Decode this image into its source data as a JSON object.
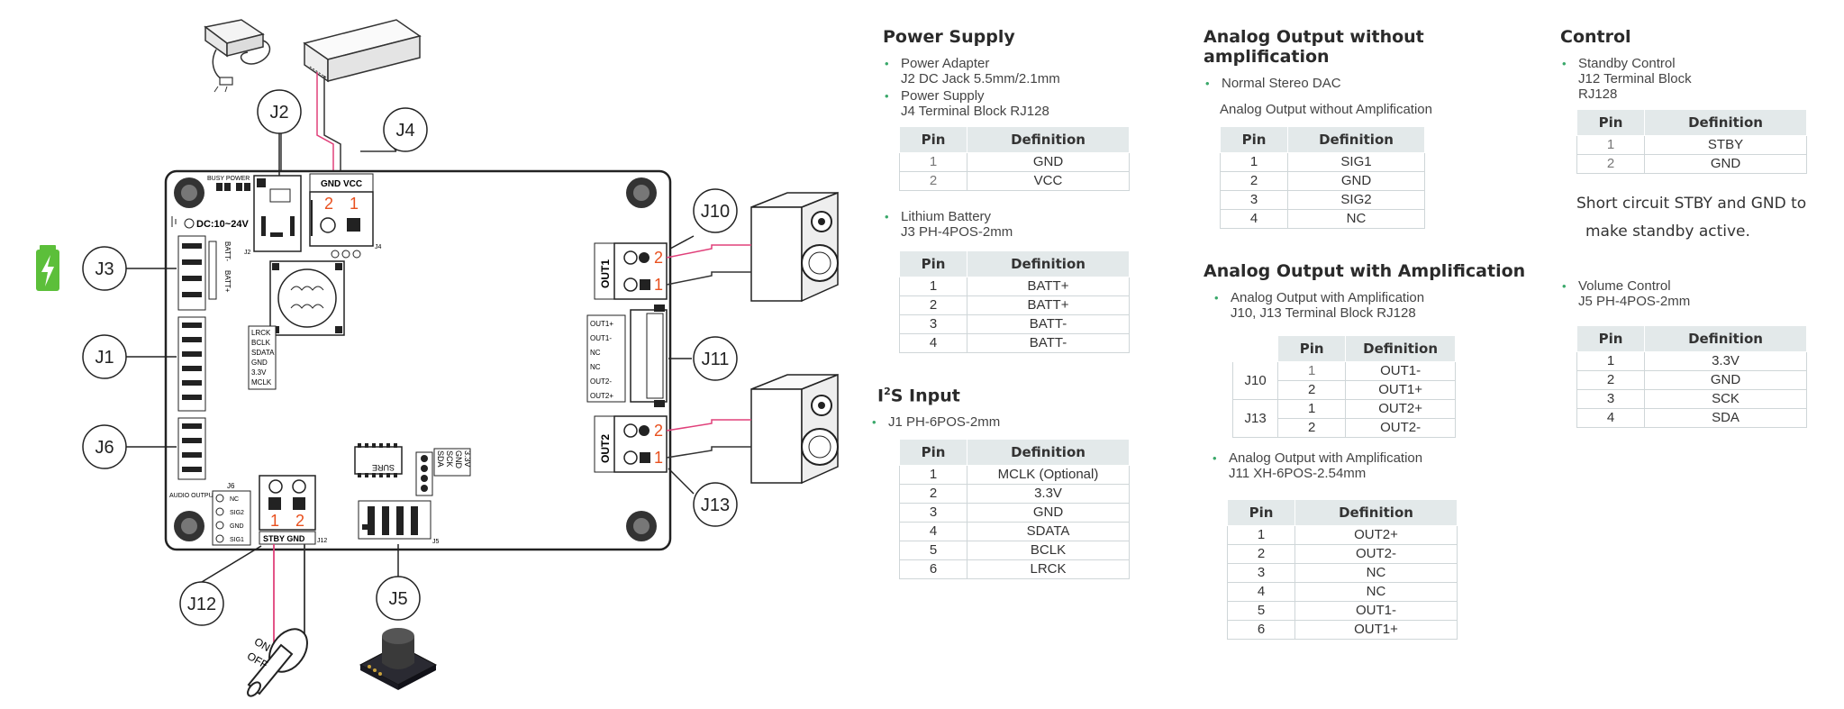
{
  "diagram": {
    "connector_labels": [
      "J2",
      "J4",
      "J10",
      "J3",
      "J1",
      "J11",
      "J6",
      "J13",
      "J12",
      "J5"
    ],
    "silkscreen": {
      "busy_power": "BUSY POWER",
      "dc_range": "DC:10~24V",
      "gnd_vcc": "GND VCC",
      "j2_small": "J2",
      "j4_small": "J4",
      "batt_pins": [
        "BATT-",
        "BATT+"
      ],
      "i2s_pins": [
        "LRCK",
        "BCLK",
        "SDATA",
        "GND",
        "3.3V",
        "MCLK"
      ],
      "out_pins": [
        "OUT1+",
        "OUT1-",
        "NC",
        "NC",
        "OUT2-",
        "OUT2+"
      ],
      "out1_label": "OUT1",
      "out2_label": "OUT2",
      "j6_header": "J6",
      "audio_output": "AUDIO OUTPUT",
      "j6_pins": [
        "NC",
        "SIG2",
        "GND",
        "SIG1"
      ],
      "stby_gnd": "STBY GND",
      "j12_small": "J12",
      "j5_small": "J5",
      "j5_pins": [
        "SDA",
        "SCK",
        "GND",
        "3.3V"
      ],
      "ic_label": "SURE"
    },
    "terminal_numbers": [
      "2",
      "1"
    ],
    "switch_on": "ON",
    "switch_off": "OFF",
    "accent_color": "#e8501e",
    "battery_color": "#5cbf3a"
  },
  "power_supply": {
    "title": "Power Supply",
    "items": [
      {
        "line1": "Power Adapter",
        "line2": "J2 DC Jack 5.5mm/2.1mm"
      },
      {
        "line1": "Power Supply",
        "line2": "J4 Terminal Block RJ128"
      }
    ],
    "table": {
      "headers": [
        "Pin",
        "Definition"
      ],
      "rows": [
        [
          "1",
          "GND"
        ],
        [
          "2",
          "VCC"
        ]
      ]
    },
    "battery": {
      "line1": "Lithium Battery",
      "line2": "J3 PH-4POS-2mm"
    },
    "battery_table": {
      "headers": [
        "Pin",
        "Definition"
      ],
      "rows": [
        [
          "1",
          "BATT+"
        ],
        [
          "2",
          "BATT+"
        ],
        [
          "3",
          "BATT-"
        ],
        [
          "4",
          "BATT-"
        ]
      ]
    }
  },
  "i2s_input": {
    "title_prefix": "I",
    "title_sup": "2",
    "title_suffix": "S Input",
    "item": "J1 PH-6POS-2mm",
    "table": {
      "headers": [
        "Pin",
        "Definition"
      ],
      "rows": [
        [
          "1",
          "MCLK (Optional)"
        ],
        [
          "2",
          "3.3V"
        ],
        [
          "3",
          "GND"
        ],
        [
          "4",
          "SDATA"
        ],
        [
          "5",
          "BCLK"
        ],
        [
          "6",
          "LRCK"
        ]
      ]
    }
  },
  "analog_no_amp": {
    "title": "Analog Output without amplification",
    "item": "Normal Stereo DAC",
    "subline": "Analog Output without Amplification",
    "table": {
      "headers": [
        "Pin",
        "Definition"
      ],
      "rows": [
        [
          "1",
          "SIG1"
        ],
        [
          "2",
          "GND"
        ],
        [
          "3",
          "SIG2"
        ],
        [
          "4",
          "NC"
        ]
      ]
    }
  },
  "analog_amp": {
    "title": "Analog Output with Amplification",
    "item1": {
      "line1": "Analog Output with Amplification",
      "line2": "J10, J13 Terminal Block RJ128"
    },
    "table1": {
      "headers": [
        "",
        "Pin",
        "Definition"
      ],
      "groups": [
        {
          "name": "J10",
          "rows": [
            [
              "1",
              "OUT1-"
            ],
            [
              "2",
              "OUT1+"
            ]
          ]
        },
        {
          "name": "J13",
          "rows": [
            [
              "1",
              "OUT2+"
            ],
            [
              "2",
              "OUT2-"
            ]
          ]
        }
      ]
    },
    "item2": {
      "line1": "Analog Output with Amplification",
      "line2": "J11 XH-6POS-2.54mm"
    },
    "table2": {
      "headers": [
        "Pin",
        "Definition"
      ],
      "rows": [
        [
          "1",
          "OUT2+"
        ],
        [
          "2",
          "OUT2-"
        ],
        [
          "3",
          "NC"
        ],
        [
          "4",
          "NC"
        ],
        [
          "5",
          "OUT1-"
        ],
        [
          "6",
          "OUT1+"
        ]
      ]
    }
  },
  "control": {
    "title": "Control",
    "item1": {
      "line1": "Standby Control",
      "line2": "J12 Terminal Block",
      "line3": "RJ128"
    },
    "table1": {
      "headers": [
        "Pin",
        "Definition"
      ],
      "rows": [
        [
          "1",
          "STBY"
        ],
        [
          "2",
          "GND"
        ]
      ]
    },
    "note_line1": "Short circuit STBY and GND to",
    "note_line2": "make standby active.",
    "item2": {
      "line1": "Volume Control",
      "line2": "J5 PH-4POS-2mm"
    },
    "table2": {
      "headers": [
        "Pin",
        "Definition"
      ],
      "rows": [
        [
          "1",
          "3.3V"
        ],
        [
          "2",
          "GND"
        ],
        [
          "3",
          "SCK"
        ],
        [
          "4",
          "SDA"
        ]
      ]
    }
  }
}
